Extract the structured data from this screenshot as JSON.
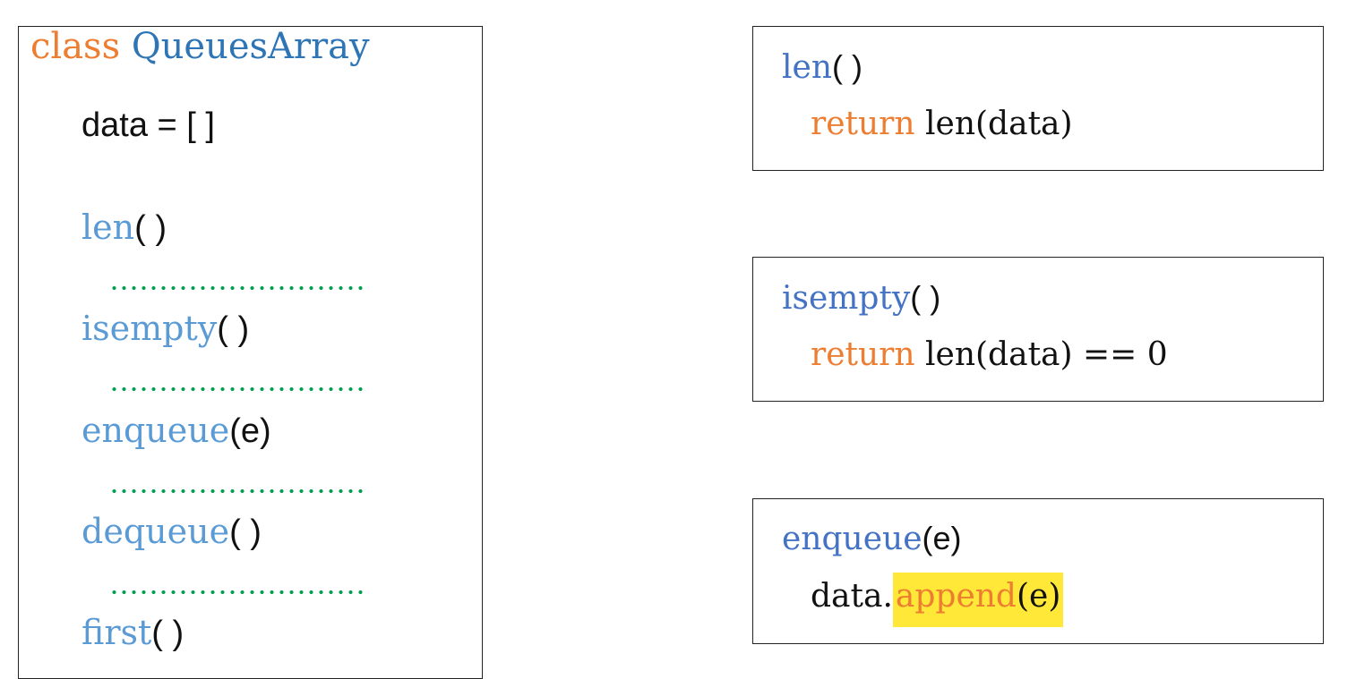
{
  "class_panel": {
    "keyword": "class",
    "class_name": "QueuesArray",
    "data_decl": "data = [ ]",
    "methods": [
      {
        "name": "len",
        "args": "( )"
      },
      {
        "name": "isempty",
        "args": "( )"
      },
      {
        "name": "enqueue",
        "args": "(e)"
      },
      {
        "name": "dequeue",
        "args": "( )"
      },
      {
        "name": "first",
        "args": "( )"
      }
    ]
  },
  "boxes": {
    "len": {
      "name": "len",
      "args": "( )",
      "keyword": "return",
      "expr": " len(data)"
    },
    "isempty": {
      "name": "isempty",
      "args": "( )",
      "keyword": "return",
      "expr": " len(data) == 0"
    },
    "enqueue": {
      "name": "enqueue",
      "args": "(e)",
      "obj": "data.",
      "call": "append",
      "call_args": "(e)"
    }
  },
  "colors": {
    "keyword": "#ed7d31",
    "class_name": "#2e75b6",
    "method_name": "#5b9bd5",
    "method_name_box": "#4472c4",
    "dots": "#00a050",
    "highlight": "#ffe838"
  }
}
